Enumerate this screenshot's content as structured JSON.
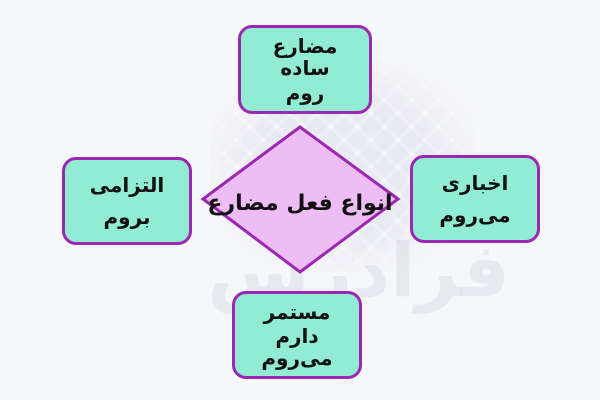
{
  "diagram": {
    "center": {
      "label": "انواع فعل مضارع"
    },
    "nodes": [
      {
        "id": "top",
        "title": "مضارع ساده",
        "example": "روم"
      },
      {
        "id": "right",
        "title": "اخباری",
        "example": "می‌روم"
      },
      {
        "id": "bottom",
        "title": "مستمر",
        "example": "دارم می‌روم"
      },
      {
        "id": "left",
        "title": "التزامی",
        "example": "بروم"
      }
    ],
    "watermark": {
      "text": "فرادرس"
    },
    "colors": {
      "background": "#f6f7fa",
      "node_fill": "#92ecd3",
      "node_border": "#9c27b0",
      "diamond_fill": "#eebdf6",
      "diamond_border": "#9c27b0",
      "text": "#111111"
    }
  }
}
